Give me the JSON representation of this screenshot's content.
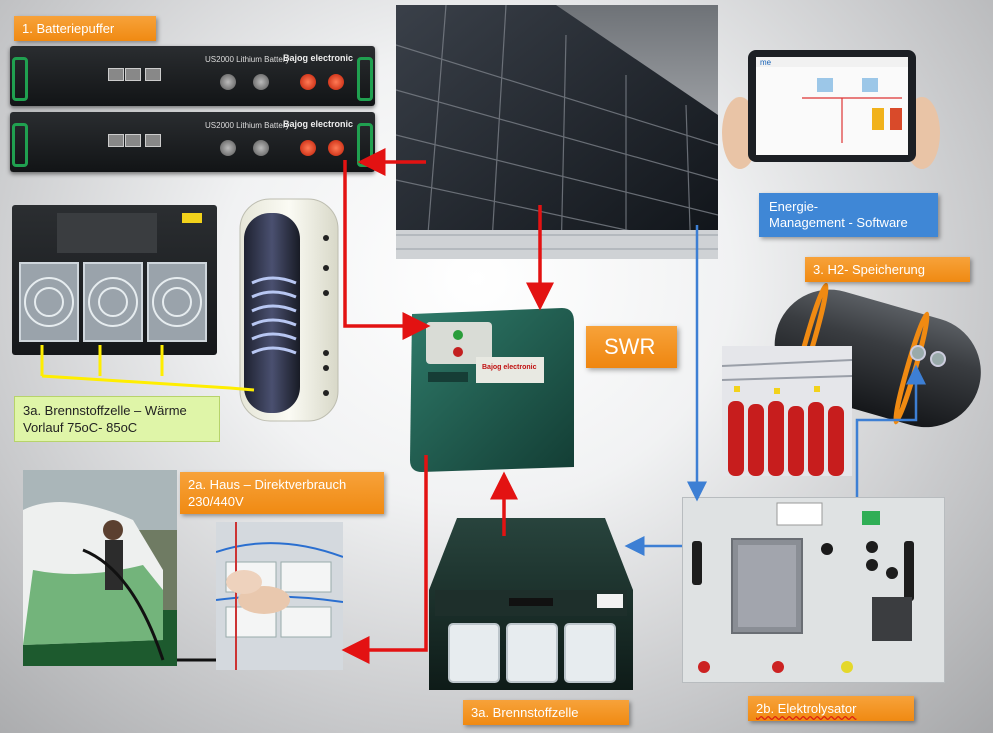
{
  "labels": {
    "batteriepuffer": "1. Batteriepuffer",
    "energie_line1": "Energie-",
    "energie_line2": "Management - Software",
    "h2_speicherung": "3. H2- Speicherung",
    "swr": "SWR",
    "brennstoffzelle_waerme_line1": "3a. Brennstoffzelle – Wärme",
    "brennstoffzelle_waerme_line2": "Vorlauf 75oC- 85oC",
    "haus_line1": "2a. Haus – Direktverbrauch",
    "haus_line2": "230/440V",
    "brennstoffzelle": "3a. Brennstoffzelle",
    "elektrolysator": "2b. Elektrolysator"
  },
  "battery": {
    "model": "US2000 Lithium Battery",
    "brand": "Bajog electronic"
  },
  "inverter_brand": "Bajog electronic",
  "colors": {
    "label_orange": "#f08a12",
    "label_blue": "#3f87d6",
    "label_green": "#dff5a8",
    "arrow_red": "#e31212",
    "arrow_blue": "#3d7fd4",
    "arrow_yellow": "#ffee00"
  }
}
